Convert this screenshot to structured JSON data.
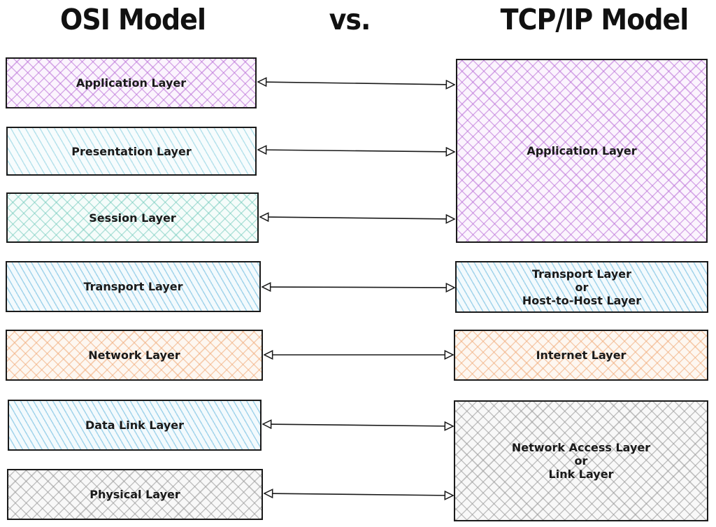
{
  "header": {
    "osi_title": "OSI Model",
    "vs": "vs.",
    "tcp_title": "TCP/IP Model"
  },
  "osi_layers": [
    {
      "label": "Application Layer",
      "color": "#b96ed7"
    },
    {
      "label": "Presentation Layer",
      "color": "#78c8dc"
    },
    {
      "label": "Session Layer",
      "color": "#6ec8b9"
    },
    {
      "label": "Transport Layer",
      "color": "#5fb4dc"
    },
    {
      "label": "Network Layer",
      "color": "#f0aa78"
    },
    {
      "label": "Data Link Layer",
      "color": "#5fb4dc"
    },
    {
      "label": "Physical Layer",
      "color": "#969696"
    }
  ],
  "tcp_layers": [
    {
      "label": "Application Layer",
      "color": "#b96ed7"
    },
    {
      "line1": "Transport Layer",
      "line2": "or",
      "line3": "Host-to-Host Layer",
      "color": "#5fb4dc"
    },
    {
      "label": "Internet Layer",
      "color": "#f0aa78"
    },
    {
      "line1": "Network Access Layer",
      "line2": "or",
      "line3": "Link Layer",
      "color": "#969696"
    }
  ]
}
